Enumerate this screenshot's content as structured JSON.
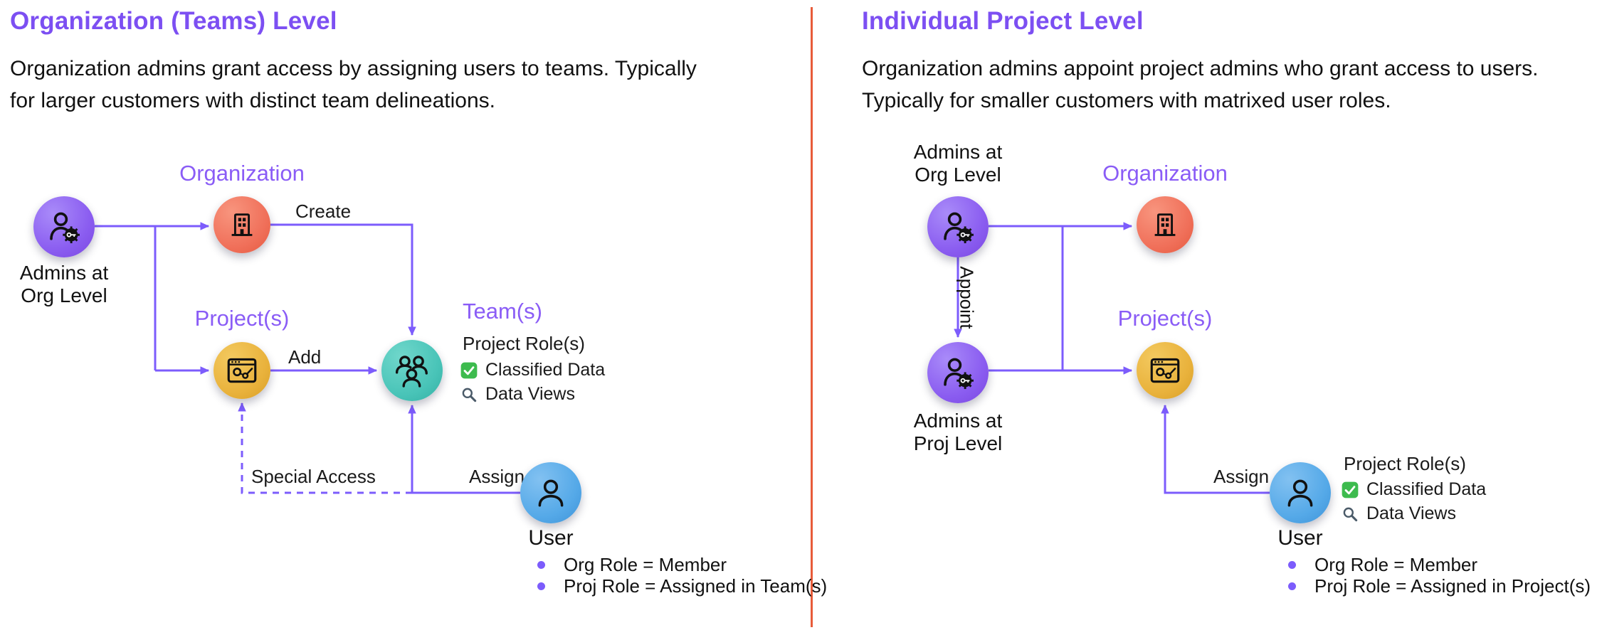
{
  "colors": {
    "heading_purple": "#7C4FF2",
    "label_purple": "#8A5CF6",
    "arrow_purple": "#7C5CFC",
    "node_purple": "#8B5CF6",
    "node_coral": "#F0705A",
    "node_amber": "#E9B23C",
    "node_teal": "#49C4B8",
    "node_blue": "#55A9E8",
    "divider_orange": "#E85C3A",
    "check_green": "#3DBB4E"
  },
  "left": {
    "title": "Organization (Teams) Level",
    "description_line1": "Organization admins grant access by assigning users to teams. Typically",
    "description_line2": "for larger customers with distinct team delineations.",
    "nodes": {
      "admin": {
        "line1": "Admins at",
        "line2": "Org Level"
      },
      "organization": {
        "label": "Organization"
      },
      "projects": {
        "label": "Project(s)"
      },
      "teams": {
        "label": "Team(s)"
      },
      "user": {
        "label": "User"
      }
    },
    "edges": {
      "create": "Create",
      "add": "Add",
      "assign": "Assign",
      "special_access": "Special Access"
    },
    "details": {
      "heading": "Project Role(s)",
      "items": [
        "Classified Data",
        "Data Views"
      ]
    },
    "bullets": [
      "Org Role = Member",
      "Proj Role = Assigned in Team(s)"
    ]
  },
  "right": {
    "title": "Individual Project Level",
    "description_line1": "Organization admins appoint project admins who grant access to users.",
    "description_line2": "Typically for smaller customers with matrixed user roles.",
    "nodes": {
      "admin_org": {
        "line1": "Admins at",
        "line2": "Org Level"
      },
      "organization": {
        "label": "Organization"
      },
      "admin_proj": {
        "line1": "Admins at",
        "line2": "Proj Level"
      },
      "projects": {
        "label": "Project(s)"
      },
      "user": {
        "label": "User"
      }
    },
    "edges": {
      "appoint": "Appoint",
      "assign": "Assign"
    },
    "details": {
      "heading": "Project Role(s)",
      "items": [
        "Classified Data",
        "Data Views"
      ]
    },
    "bullets": [
      "Org Role = Member",
      "Proj Role = Assigned in Project(s)"
    ]
  }
}
